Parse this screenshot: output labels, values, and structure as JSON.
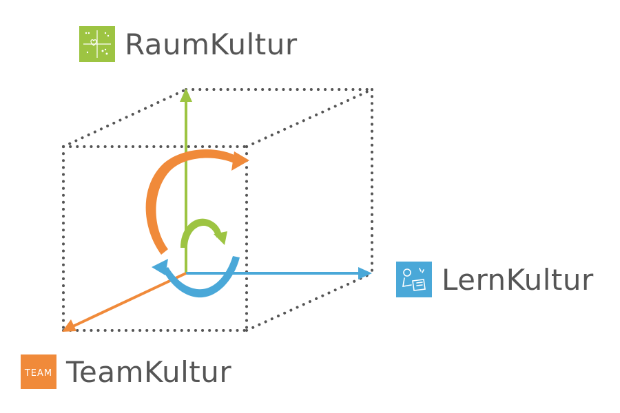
{
  "labels": {
    "raum": {
      "text": "RaumKultur"
    },
    "lern": {
      "text": "LernKultur"
    },
    "team": {
      "text": "TeamKultur"
    }
  },
  "team_icon_text": "TEAM",
  "colors": {
    "raum": "#9dc442",
    "lern": "#4aa8d8",
    "team": "#f08a3a",
    "dots": "#555555",
    "text": "#555555"
  },
  "icons": {
    "raum": "room-layout-icon",
    "lern": "learner-icon",
    "team": "team-people-icon"
  }
}
